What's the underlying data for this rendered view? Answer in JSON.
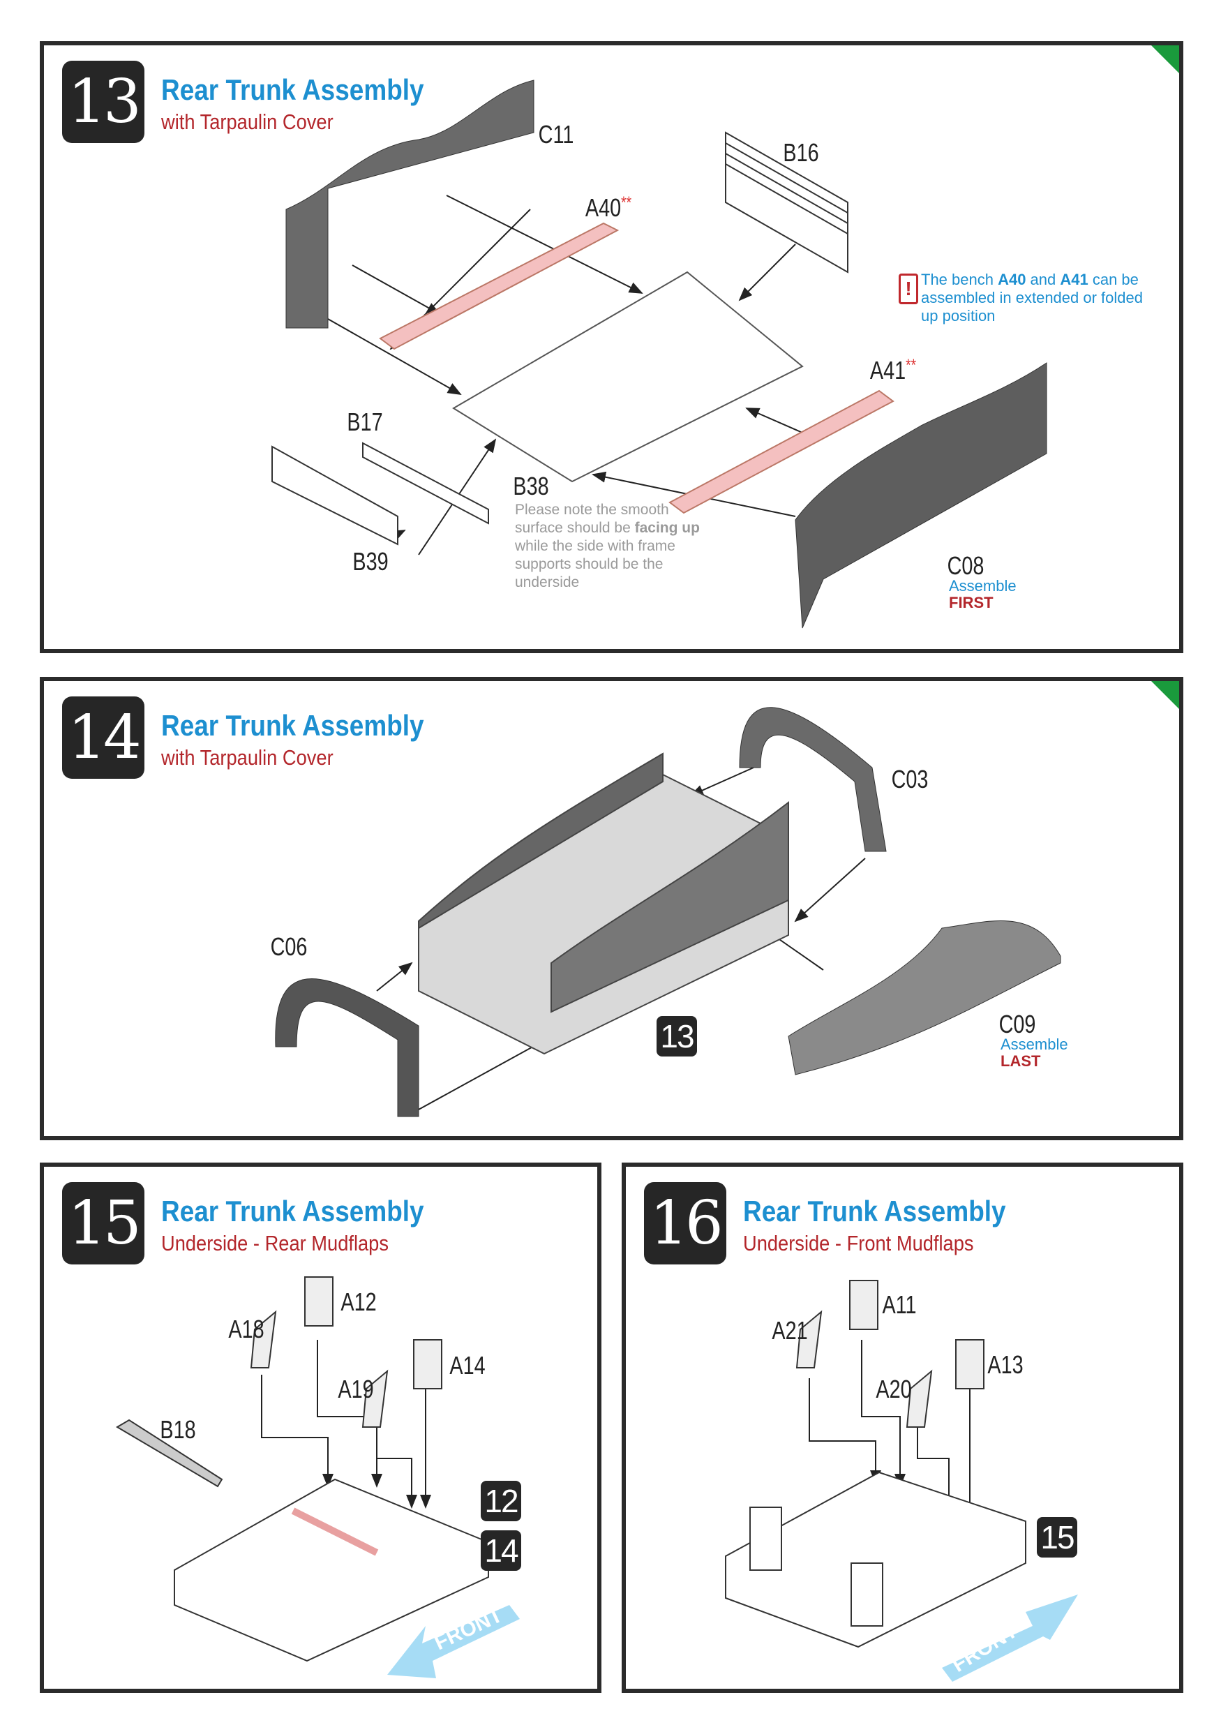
{
  "steps": [
    {
      "number": "13",
      "title": "Rear Trunk Assembly",
      "subtitle": "with Tarpaulin Cover",
      "parts": {
        "c11": "C11",
        "b16": "B16",
        "a40": "A40",
        "a41": "A41",
        "stars": "**",
        "b17": "B17",
        "b38": "B38",
        "b39": "B39",
        "c08": "C08"
      },
      "bench_note": {
        "pre": "The bench ",
        "a40": "A40",
        "mid": " and ",
        "a41": "A41",
        "post": " can be assembled in extended or folded up position"
      },
      "b38_note": {
        "pre": "Please note the smooth surface should be ",
        "bold": "facing up",
        "post": " while the side with frame supports should be the underside"
      },
      "c08_assemble": "Assemble",
      "c08_order": "FIRST"
    },
    {
      "number": "14",
      "title": "Rear Trunk Assembly",
      "subtitle": "with Tarpaulin Cover",
      "parts": {
        "c03": "C03",
        "c06": "C06",
        "c09": "C09"
      },
      "ref_badge": "13",
      "c09_assemble": "Assemble",
      "c09_order": "LAST"
    },
    {
      "number": "15",
      "title": "Rear Trunk Assembly",
      "subtitle": "Underside - Rear Mudflaps",
      "parts": {
        "a12": "A12",
        "a18": "A18",
        "a14": "A14",
        "a19": "A19",
        "b18": "B18"
      },
      "ref_badges": [
        "12",
        "14"
      ],
      "front_label": "FRONT"
    },
    {
      "number": "16",
      "title": "Rear Trunk Assembly",
      "subtitle": "Underside - Front Mudflaps",
      "parts": {
        "a11": "A11",
        "a21": "A21",
        "a13": "A13",
        "a20": "A20"
      },
      "ref_badge": "15",
      "front_label": "FRONT"
    }
  ],
  "colors": {
    "title": "#1d8fd0",
    "subtitle": "#b3262b",
    "highlight": "#f2b8b8",
    "arrow": "#8fd0f0"
  }
}
